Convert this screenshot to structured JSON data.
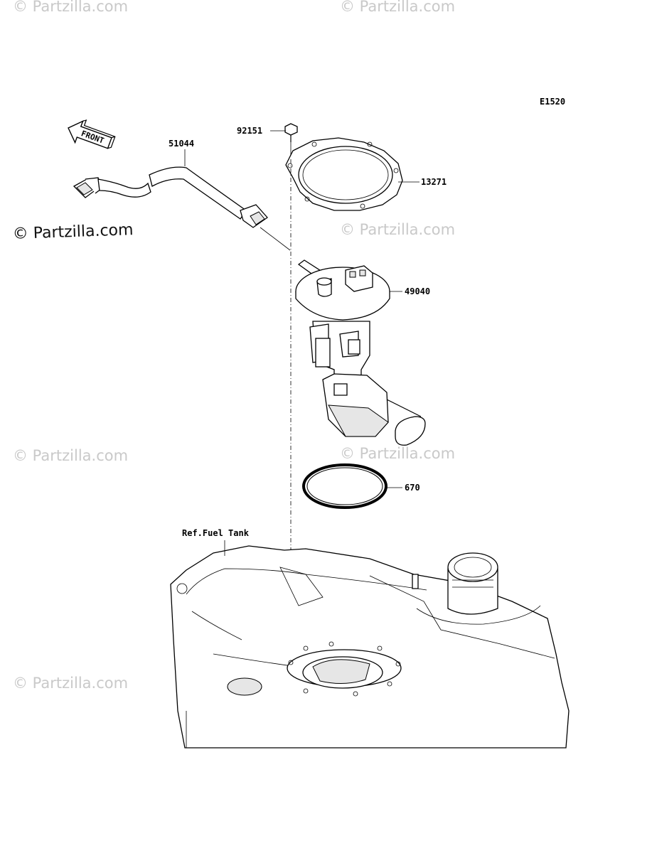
{
  "diagram": {
    "code": "E1520",
    "direction_label": "FRONT",
    "watermark": "© Partzilla.com",
    "callouts": [
      {
        "id": "92151"
      },
      {
        "id": "51044"
      },
      {
        "id": "13271"
      },
      {
        "id": "49040"
      },
      {
        "id": "670"
      }
    ],
    "reference_label": "Ref.Fuel Tank"
  }
}
